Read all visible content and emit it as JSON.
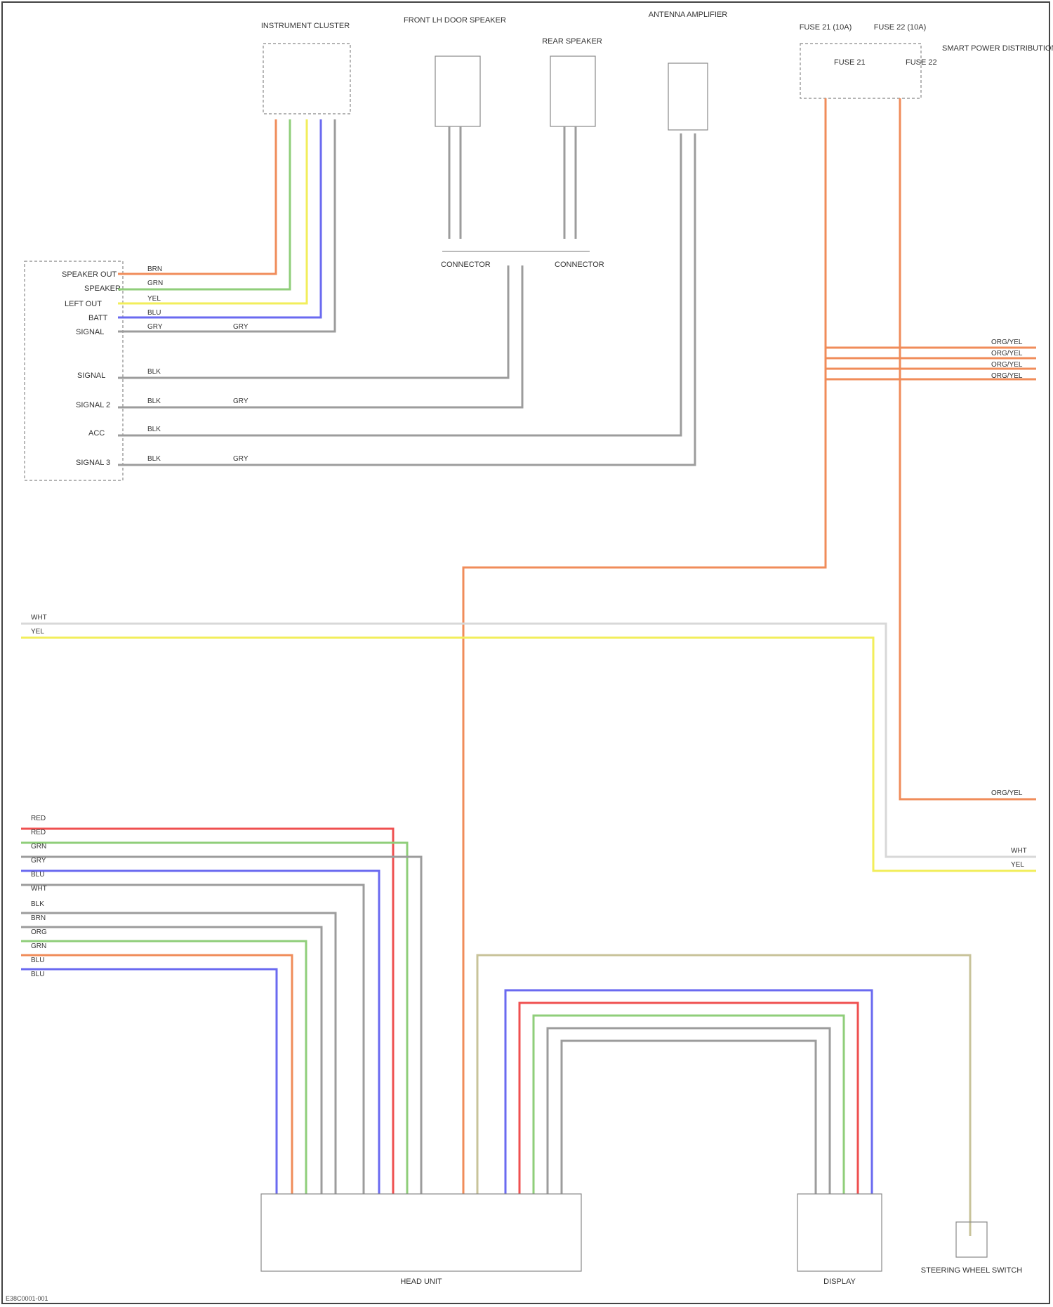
{
  "components": {
    "infotainment_cluster": "INSTRUMENT CLUSTER",
    "front_lh_door_speaker": "FRONT LH DOOR SPEAKER",
    "rear_speaker": "REAR SPEAKER",
    "antenna_amplifier": "ANTENNA AMPLIFIER",
    "fuse1": "FUSE 21 (10A)",
    "fuse2": "FUSE 22 (10A)",
    "fuse_box": "SMART POWER DISTRIBUTION BOX",
    "fuse1_label": "FUSE 21",
    "fuse2_label": "FUSE 22",
    "amplifier": "AMPLIFIER",
    "head_unit": "HEAD UNIT",
    "display": "DISPLAY",
    "steering_switch": "STEERING WHEEL SWITCH",
    "connector_conn": "CONNECTOR",
    "connector_conn2": "CONNECTOR"
  },
  "wire_colors": {
    "orange": "#f08c5a",
    "green": "#8fce7a",
    "yellow": "#f2ee5a",
    "blue": "#6a6af0",
    "red": "#ef5050",
    "gray": "#9c9c9c",
    "light_gray": "#d8d8d8",
    "tan": "#c8c39a"
  },
  "left_pins_top": [
    "SPEAKER OUT",
    "SPEAKER",
    "LEFT OUT",
    "BATT",
    "SIGNAL"
  ],
  "left_pins_mid": [
    "SIGNAL",
    "SIGNAL 2",
    "ACC",
    "SIGNAL 3"
  ],
  "wire_codes_top": [
    "BRN",
    "GRN",
    "YEL",
    "BLU",
    "GRY",
    "GRY"
  ],
  "wire_codes_mid": [
    "BLK",
    "BLK",
    "BLK",
    "BLK"
  ],
  "wire_codes_mid2": [
    "GRY",
    "GRY",
    "GRY"
  ],
  "bus_labels": [
    "WHT",
    "YEL"
  ],
  "bottom_left_codes": [
    "RED",
    "RED",
    "GRN",
    "GRY",
    "BLU",
    "WHT",
    "BLK",
    "BRN",
    "ORG",
    "GRN",
    "BLU",
    "BLU"
  ],
  "right_codes": [
    "ORG/YEL",
    "ORG/YEL",
    "ORG/YEL",
    "ORG/YEL"
  ],
  "right_bottom_codes": [
    "ORG/YEL",
    "WHT",
    "YEL"
  ],
  "footer": "E38C0001-001"
}
